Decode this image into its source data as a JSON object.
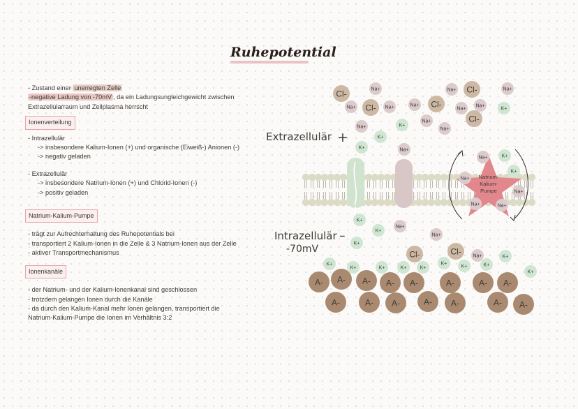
{
  "title": "Ruhepotential",
  "intro": {
    "line1_prefix": "- Zustand einer ",
    "line1_highlight": "unerregten Zelle",
    "line2_highlight": "-negative Ladung von -70mV",
    "line2_rest": ", da ein Ladungsungleichgewicht zwischen",
    "line3": "Extrazellularraum und Zellplasma herrscht"
  },
  "section1": {
    "heading": "Ionenverteilung",
    "intra": "- Intrazellulär",
    "intra_sub1": "-> insbesondere Kalium-Ionen (+) und organische (Eiweiß-) Anionen (-)",
    "intra_sub2": "-> negativ geladen",
    "extra": "- Extrazellulär",
    "extra_sub1": "-> insbesondere Natrium-Ionen (+) und Chlorid-Ionen (-)",
    "extra_sub2": "-> positiv geladen"
  },
  "section2": {
    "heading": "Natrium-Kalium-Pumpe",
    "items": [
      "- trägt zur Aufrechterhaltung des Ruhepotentials bei",
      "- transportiert 2 Kalium-Ionen in die Zelle & 3 Natrium-Ionen aus der Zelle",
      "- aktiver Transportmechanismus"
    ]
  },
  "section3": {
    "heading": "Ionenkanäle",
    "items": [
      "- der Natrium- und der Kalium-Ionenkanal sind geschlossen",
      "- trotzdem gelangen Ionen durch die Kanäle",
      "- da durch den Kalium-Kanal mehr Ionen gelangen, transportiert die",
      "Natrium-Kalium-Pumpe die Ionen im Verhältnis 3:2"
    ]
  },
  "diagram": {
    "extra_label": "Extrazellulär",
    "extra_sign": "+",
    "intra_label": "Intrazellulär",
    "intra_sign": "–",
    "intra_value": "-70mV",
    "pump_label_1": "Natrium-",
    "pump_label_2": "Kalium-",
    "pump_label_3": "Pumpe",
    "ion_na": "Na+",
    "ion_k": "K+",
    "ion_cl": "Cl-",
    "ion_a": "A-",
    "colors": {
      "na": "#dccbcd",
      "k": "#cfe6d3",
      "cl": "#cdb8a4",
      "anion": "#a98a70",
      "membrane": "#dcdcc6",
      "channel_k": "#cfe3cf",
      "channel_na": "#d9c7c8",
      "pump": "#e2878b"
    }
  }
}
